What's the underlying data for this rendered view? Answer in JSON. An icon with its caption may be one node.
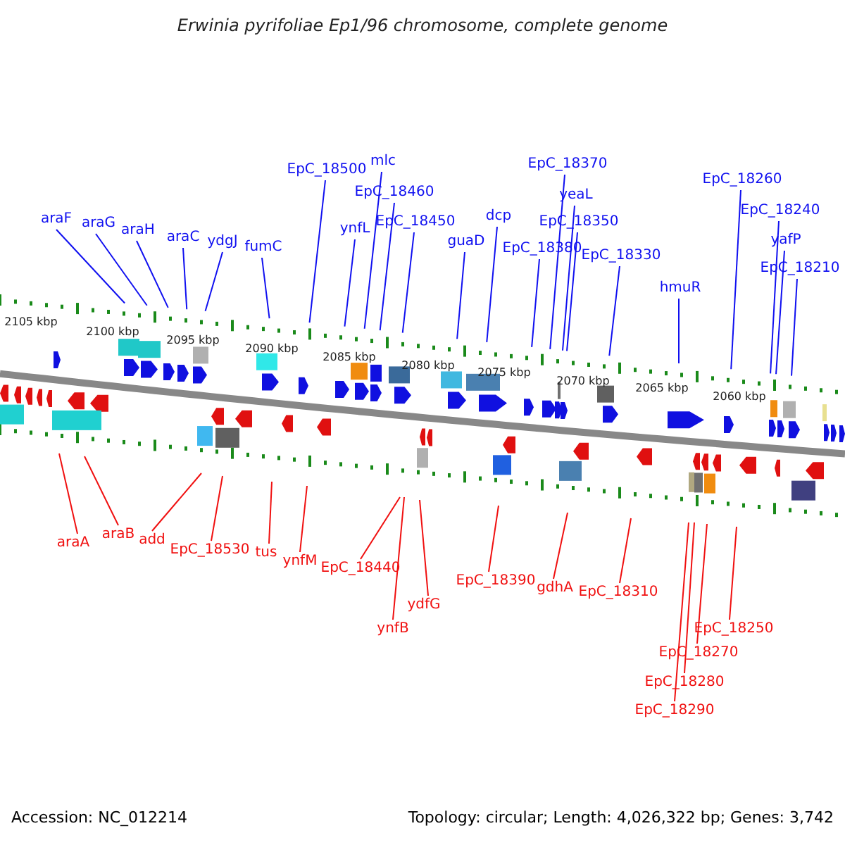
{
  "diagram": {
    "title": "Erwinia pyrifoliae Ep1/96 chromosome, complete genome",
    "nodes": [
      {
        "text": [
          "araF"
        ]
      },
      {
        "text": [
          "araG"
        ]
      },
      {
        "text": [
          "araH"
        ]
      },
      {
        "text": [
          "araC"
        ]
      },
      {
        "text": [
          "ydgJ"
        ]
      },
      {
        "text": [
          "fumC"
        ]
      },
      {
        "text": [
          "EpC_18500"
        ]
      },
      {
        "text": [
          "mlc"
        ]
      },
      {
        "text": [
          "EpC_18460"
        ]
      },
      {
        "text": [
          "EpC_18450"
        ]
      },
      {
        "text": [
          "ynfL"
        ]
      },
      {
        "text": [
          "guaD"
        ]
      },
      {
        "text": [
          "dcp"
        ]
      },
      {
        "text": [
          "EpC_18380"
        ]
      },
      {
        "text": [
          "EpC_18370"
        ]
      },
      {
        "text": [
          "yeaL"
        ]
      },
      {
        "text": [
          "EpC_18350"
        ]
      },
      {
        "text": [
          "EpC_18330"
        ]
      },
      {
        "text": [
          "hmuR"
        ]
      },
      {
        "text": [
          "EpC_18260"
        ]
      },
      {
        "text": [
          "EpC_18240"
        ]
      },
      {
        "text": [
          "yafP"
        ]
      },
      {
        "text": [
          "EpC_18210"
        ]
      },
      {
        "text": [
          "araA"
        ]
      },
      {
        "text": [
          "araB"
        ]
      },
      {
        "text": [
          "add"
        ]
      },
      {
        "text": [
          "EpC_18530"
        ]
      },
      {
        "text": [
          "tus"
        ]
      },
      {
        "text": [
          "ynfM"
        ]
      },
      {
        "text": [
          "EpC_18440"
        ]
      },
      {
        "text": [
          "ynfB"
        ]
      },
      {
        "text": [
          "ydfG"
        ]
      },
      {
        "text": [
          "EpC_18390"
        ]
      },
      {
        "text": [
          "gdhA"
        ]
      },
      {
        "text": [
          "EpC_18310"
        ]
      },
      {
        "text": [
          "EpC_18250"
        ]
      },
      {
        "text": [
          "EpC_18270"
        ]
      },
      {
        "text": [
          "EpC_18280"
        ]
      },
      {
        "text": [
          "EpC_18290"
        ]
      }
    ],
    "edges": [
      {
        "from": 0,
        "to": null,
        "arrow": "none"
      },
      {
        "from": 1,
        "to": null,
        "arrow": "none"
      },
      {
        "from": 2,
        "to": null,
        "arrow": "none"
      },
      {
        "from": 3,
        "to": null,
        "arrow": "none"
      },
      {
        "from": 4,
        "to": null,
        "arrow": "none"
      },
      {
        "from": 5,
        "to": null,
        "arrow": "none"
      },
      {
        "from": 6,
        "to": null,
        "arrow": "none"
      },
      {
        "from": 7,
        "to": null,
        "arrow": "none"
      },
      {
        "from": 8,
        "to": null,
        "arrow": "none"
      },
      {
        "from": 9,
        "to": null,
        "arrow": "none"
      },
      {
        "from": 10,
        "to": null,
        "arrow": "none"
      },
      {
        "from": 11,
        "to": null,
        "arrow": "none"
      },
      {
        "from": 12,
        "to": null,
        "arrow": "none"
      },
      {
        "from": 13,
        "to": null,
        "arrow": "none"
      },
      {
        "from": 14,
        "to": null,
        "arrow": "none"
      },
      {
        "from": 15,
        "to": null,
        "arrow": "none"
      },
      {
        "from": 16,
        "to": null,
        "arrow": "none"
      },
      {
        "from": 17,
        "to": null,
        "arrow": "none"
      },
      {
        "from": 18,
        "to": null,
        "arrow": "none"
      },
      {
        "from": 19,
        "to": null,
        "arrow": "none"
      },
      {
        "from": 20,
        "to": null,
        "arrow": "none"
      },
      {
        "from": 21,
        "to": null,
        "arrow": "none"
      },
      {
        "from": 22,
        "to": null,
        "arrow": "none"
      },
      {
        "from": 23,
        "to": null,
        "arrow": "none",
        "color": "#f01010"
      },
      {
        "from": 24,
        "to": null,
        "arrow": "none",
        "color": "#f01010"
      },
      {
        "from": 25,
        "to": null,
        "arrow": "none",
        "color": "#f01010"
      },
      {
        "from": 26,
        "to": null,
        "arrow": "none",
        "color": "#f01010"
      },
      {
        "from": 27,
        "to": null,
        "arrow": "none",
        "color": "#f01010"
      },
      {
        "from": 28,
        "to": null,
        "arrow": "none",
        "color": "#f01010"
      },
      {
        "from": 29,
        "to": null,
        "arrow": "none",
        "color": "#f01010"
      },
      {
        "from": 30,
        "to": null,
        "arrow": "none",
        "color": "#f01010"
      },
      {
        "from": 31,
        "to": null,
        "arrow": "none",
        "color": "#f01010"
      },
      {
        "from": 32,
        "to": null,
        "arrow": "none",
        "color": "#f01010"
      },
      {
        "from": 33,
        "to": null,
        "arrow": "none",
        "color": "#f01010"
      },
      {
        "from": 34,
        "to": null,
        "arrow": "none",
        "color": "#f01010"
      },
      {
        "from": 35,
        "to": null,
        "arrow": "none",
        "color": "#f01010"
      },
      {
        "from": 36,
        "to": null,
        "arrow": "none",
        "color": "#f01010"
      },
      {
        "from": 37,
        "to": null,
        "arrow": "none",
        "color": "#f01010"
      },
      {
        "from": 38,
        "to": null,
        "arrow": "none",
        "color": "#f01010"
      }
    ],
    "labels": [
      "2105 kbp",
      "2100 kbp",
      "2095 kbp",
      "2090 kbp",
      "2085 kbp",
      "2080 kbp",
      "2075 kbp",
      "2070 kbp",
      "2065 kbp",
      "2060 kbp",
      "Accession: NC_012214",
      "Topology: circular; Length: 4,026,322 bp; Genes: 3,742"
    ]
  }
}
